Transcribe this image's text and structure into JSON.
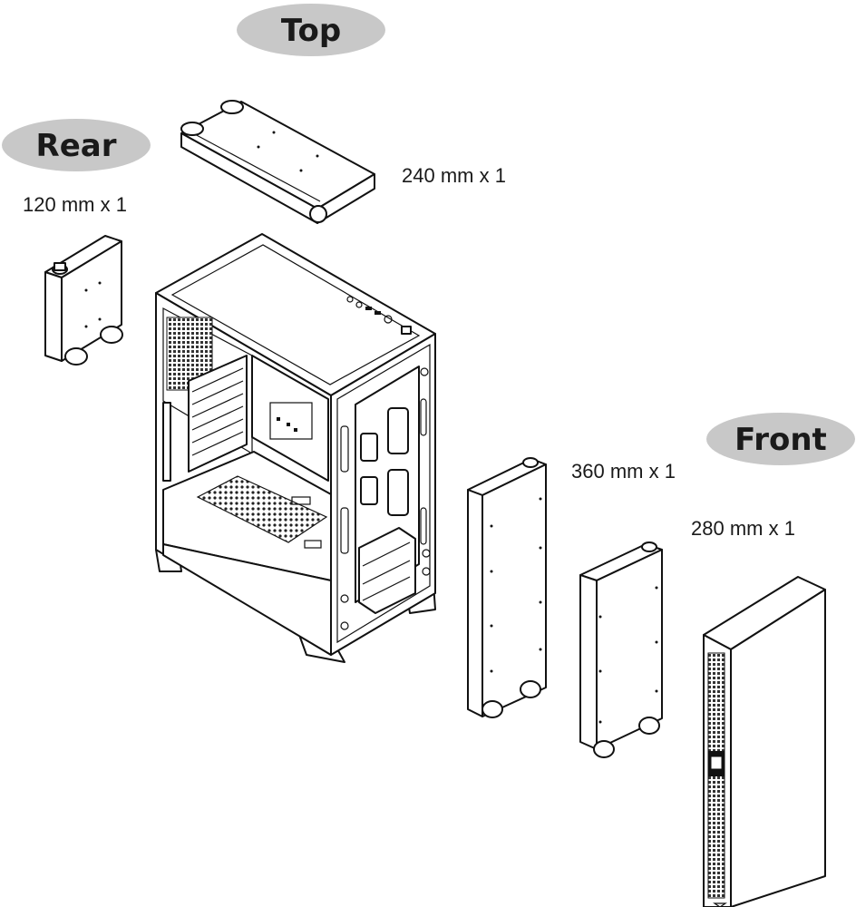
{
  "labels": {
    "top": "Top",
    "rear": "Rear",
    "front": "Front"
  },
  "sizes": {
    "top_240": "240 mm x 1",
    "rear_120": "120 mm x 1",
    "front_360": "360 mm x 1",
    "front_280": "280 mm x 1"
  },
  "colors": {
    "pill": "#c8c8c8",
    "ink": "#111111"
  }
}
